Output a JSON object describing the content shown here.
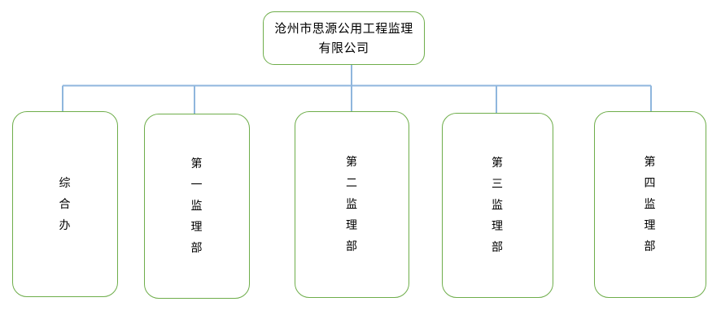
{
  "diagram": {
    "title_text": "沧州市思源公用工程监理有限公司",
    "type": "org-chart",
    "background_color": "#ffffff",
    "box_border_color": "#6ead4a",
    "box_fill_color": "#ffffff",
    "connector_color": "#8fb6dd",
    "text_color": "#000000",
    "root": {
      "label": "沧州市思源公用工程监理\n有限公司",
      "line1": "沧州市思源公用工程监理",
      "line2": "有限公司"
    },
    "children": [
      {
        "label": "综合办",
        "chars": [
          "综",
          "合",
          "办"
        ]
      },
      {
        "label": "第一监理部",
        "chars": [
          "第",
          "一",
          "监",
          "理",
          "部"
        ]
      },
      {
        "label": "第二监理部",
        "chars": [
          "第",
          "二",
          "监",
          "理",
          "部"
        ]
      },
      {
        "label": "第三监理部",
        "chars": [
          "第",
          "三",
          "监",
          "理",
          "部"
        ]
      },
      {
        "label": "第四监理部",
        "chars": [
          "第",
          "四",
          "监",
          "理",
          "部"
        ]
      }
    ]
  }
}
